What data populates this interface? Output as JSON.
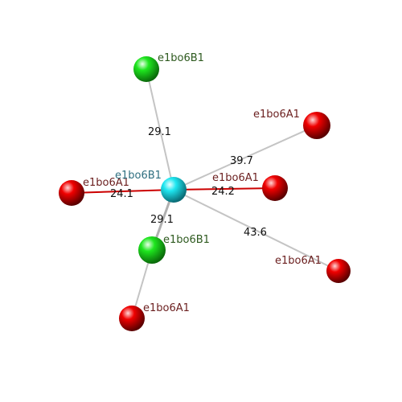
{
  "colors": {
    "background": "#ffffff",
    "center_atom": "#1ad6e6",
    "green_atom": "#1ad61a",
    "red_atom": "#e60000",
    "bond_gray": "#b8b8b8",
    "bond_red": "#cc0000",
    "label_center": "#2f6f80",
    "label_green": "#2e5a1f",
    "label_red": "#6b1f1f"
  },
  "center": {
    "label": "e1bo6B1"
  },
  "neighbors": [
    {
      "label": "e1bo6B1",
      "element": "green",
      "distance": "29.1"
    },
    {
      "label": "e1bo6A1",
      "element": "red",
      "distance": "39.7"
    },
    {
      "label": "e1bo6A1",
      "element": "red",
      "distance": "24.2"
    },
    {
      "label": "e1bo6A1",
      "element": "red",
      "distance": "43.6"
    },
    {
      "label": "e1bo6B1",
      "element": "green",
      "distance": "29.1"
    },
    {
      "label": "e1bo6A1",
      "element": "red",
      "distance": "24.1"
    },
    {
      "label": "e1bo6A1",
      "element": "red",
      "distance": ""
    }
  ]
}
